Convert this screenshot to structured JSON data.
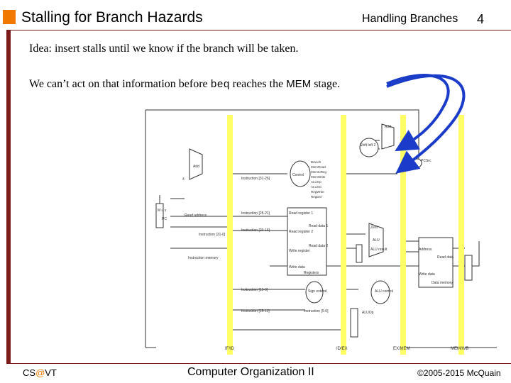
{
  "header": {
    "title": "Stalling for Branch Hazards",
    "section_label": "Handling Branches",
    "slide_number": "4"
  },
  "body": {
    "idea": "Idea:  insert stalls until we know if the branch will be taken.",
    "line2_pre": "We can’t act on that information before ",
    "line2_code": "beq",
    "line2_mid": " reaches the ",
    "line2_stage": "MEM",
    "line2_post": " stage."
  },
  "diagram": {
    "pipeline_registers": [
      "IF/ID",
      "ID/EX",
      "EX/MEM",
      "MEM/WB"
    ],
    "labels": {
      "add": "Add",
      "shift_left_2": "Shift left 2",
      "pcsrc": "PCSrc",
      "control": "Control",
      "add_pc": "Add",
      "four": "4",
      "instruction_31_26": "Instruction [31-26]",
      "mux_pc": "M u x",
      "pc": "PC",
      "read_address": "Read address",
      "instruction_memory": "Instruction memory",
      "instruction_31_0": "Instruction [31-0]",
      "instruction_25_21": "Instruction [25-21]",
      "instruction_20_16": "Instruction [20-16]",
      "instruction_15_0": "Instruction [15-0]",
      "instruction_5_0": "Instruction [5-0]",
      "instruction_15_11": "Instruction [15-11]",
      "read_register_1": "Read register 1",
      "read_register_2": "Read register 2",
      "write_register": "Write register",
      "write_data": "Write data",
      "read_data_1": "Read data 1",
      "read_data_2": "Read data 2",
      "registers": "Registers",
      "sign_extend": "Sign extend",
      "alu_zero": "Zero",
      "alu": "ALU",
      "alu_result": "ALU result",
      "alu_control": "ALU control",
      "aluop": "ALUOp",
      "address": "Address",
      "read_data": "Read data",
      "mem_write_data": "Write data",
      "data_memory": "Data memory",
      "control_signals": [
        "RegDst",
        "MemRead",
        "MemtoReg",
        "MemWrite",
        "ALUOp",
        "ALUSrc",
        "RegWrite",
        "Branch"
      ]
    }
  },
  "footer": {
    "left_prefix": "CS",
    "left_at": "@",
    "left_suffix": "VT",
    "center": "Computer Organization II",
    "right": "©2005-2015 McQuain"
  },
  "colors": {
    "accent": "#f07800",
    "rule": "#7a1a1a",
    "pipeline": "#ffff66",
    "arrow": "#1a3cc8"
  }
}
